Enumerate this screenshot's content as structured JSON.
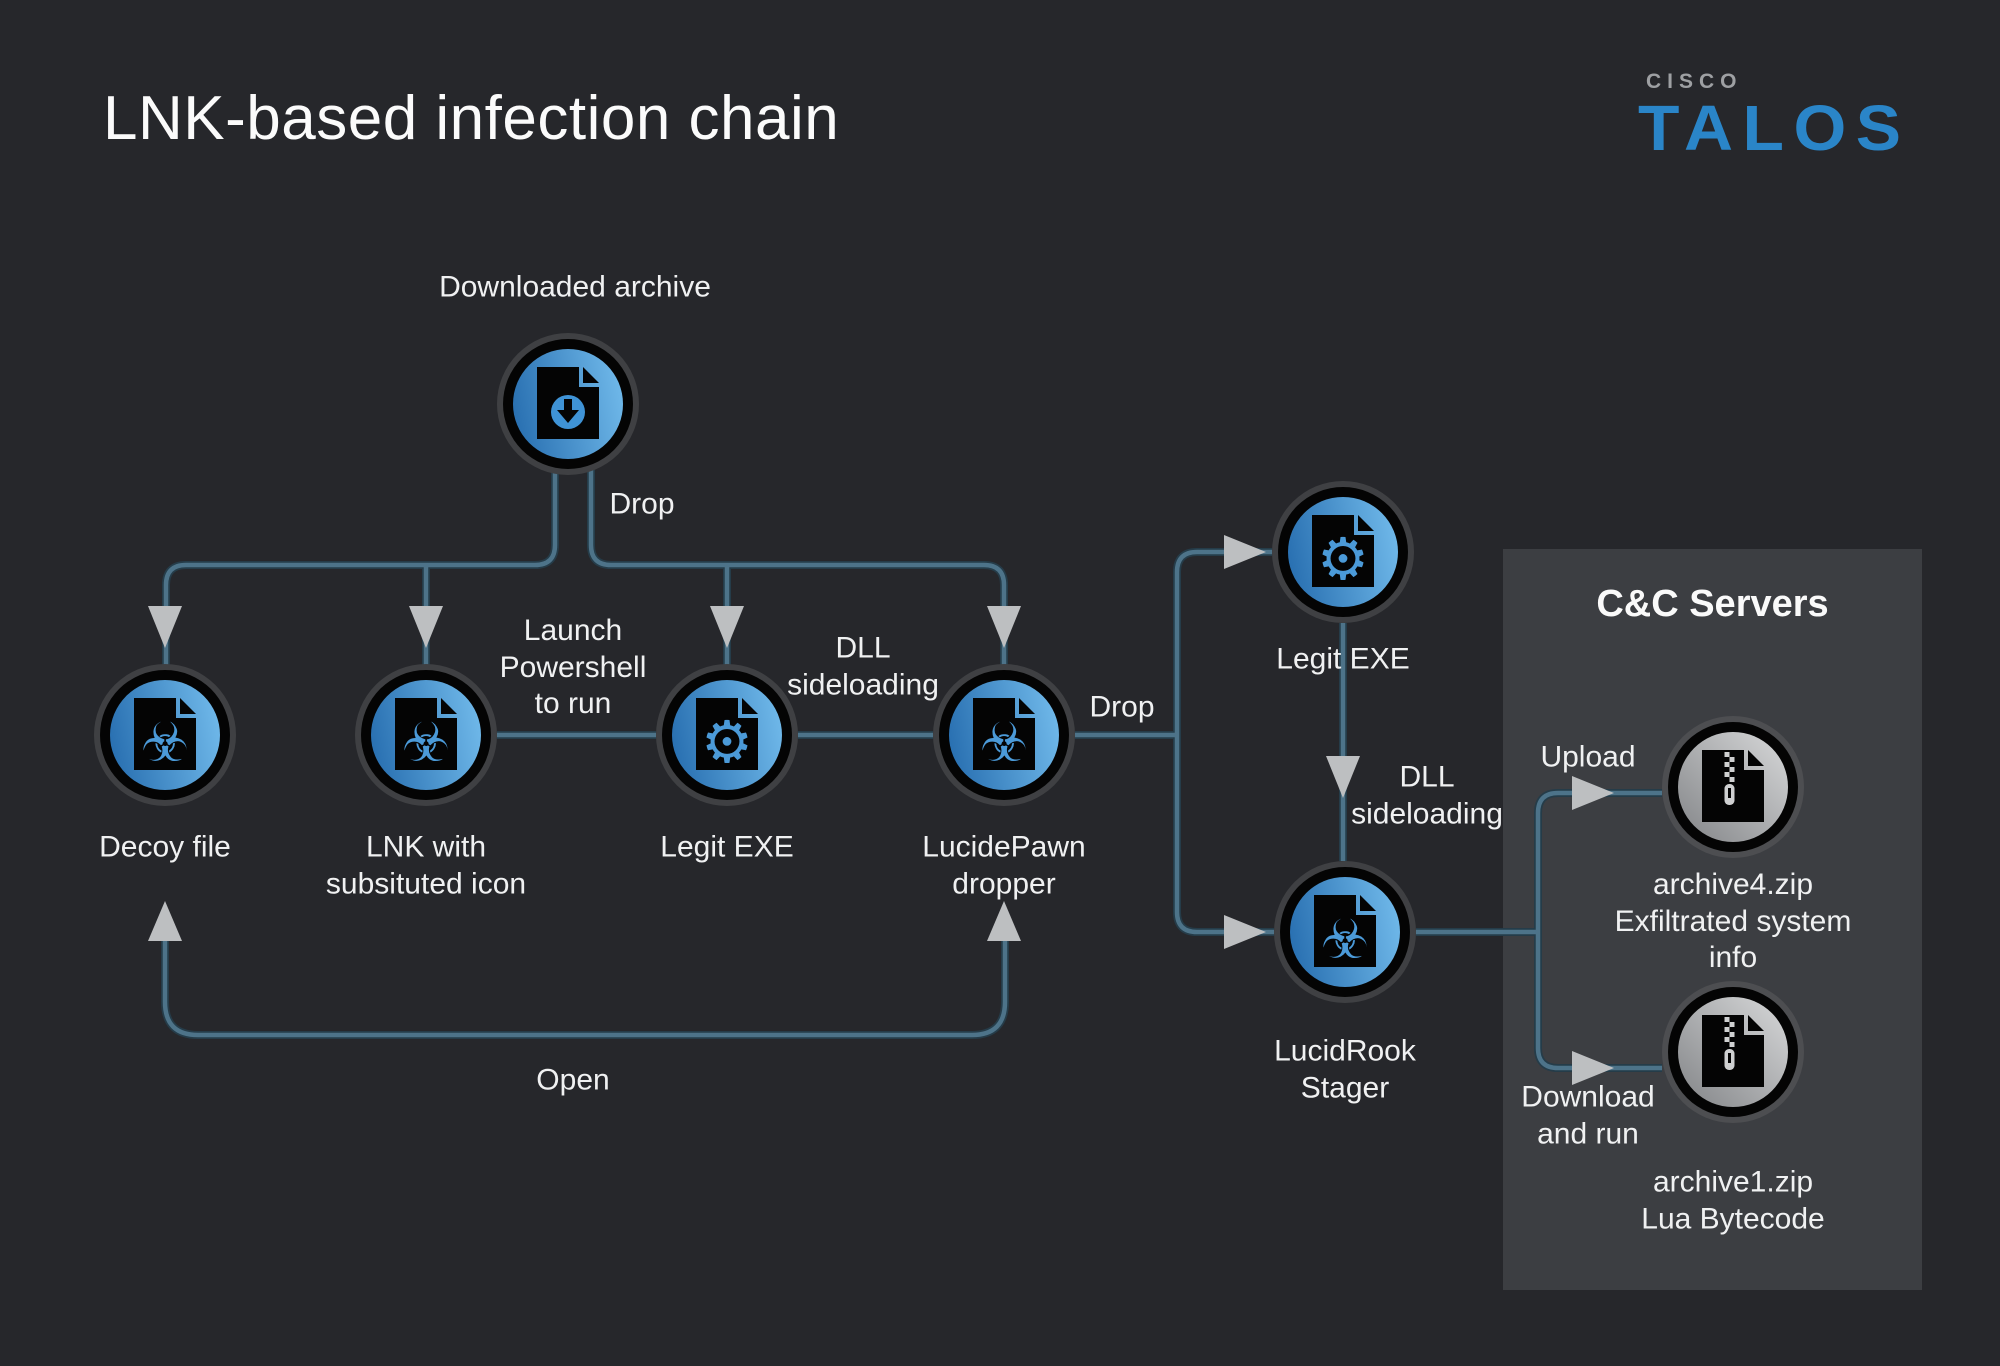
{
  "title": "LNK-based infection chain",
  "logo": {
    "brand": "CISCO",
    "product": "TALOS"
  },
  "panel": {
    "title": "C&C Servers"
  },
  "nodes": {
    "downloaded_archive": {
      "label": "Downloaded archive",
      "icon": "download-file"
    },
    "decoy": {
      "label": "Decoy file",
      "icon": "biohazard-file"
    },
    "lnk": {
      "label": "LNK with\nsubsituted icon",
      "icon": "biohazard-file"
    },
    "legit_exe_row": {
      "label": "Legit EXE",
      "icon": "gear-file"
    },
    "lucidepawn": {
      "label": "LucidePawn\ndropper",
      "icon": "biohazard-file"
    },
    "legit_exe_top": {
      "label": "Legit EXE",
      "icon": "gear-file"
    },
    "lucidrook": {
      "label": "LucidRook\nStager",
      "icon": "biohazard-file"
    },
    "archive4": {
      "label": "archive4.zip\nExfiltrated system info",
      "icon": "zip-file"
    },
    "archive1": {
      "label": "archive1.zip\nLua Bytecode",
      "icon": "zip-file"
    }
  },
  "edges": {
    "drop_archive": "Drop",
    "launch_powershell": "Launch\nPowershell\nto run",
    "dll_sideloading_row": "DLL\nsideloading",
    "drop_lucidepawn": "Drop",
    "dll_sideloading_right": "DLL\nsideloading",
    "open": "Open",
    "upload": "Upload",
    "download_and_run": "Download\nand run"
  },
  "colors": {
    "background": "#26272b",
    "panel": "#3c3e42",
    "wire": "#4d7389",
    "arrow": "#bdbfc1",
    "node_blue_dark": "#2a71b2",
    "node_blue_light": "#70b9ea",
    "node_gray_dark": "#828487",
    "node_gray_light": "#d8d9da",
    "talos_blue": "#2a85c8",
    "text": "#f0f1f2"
  }
}
